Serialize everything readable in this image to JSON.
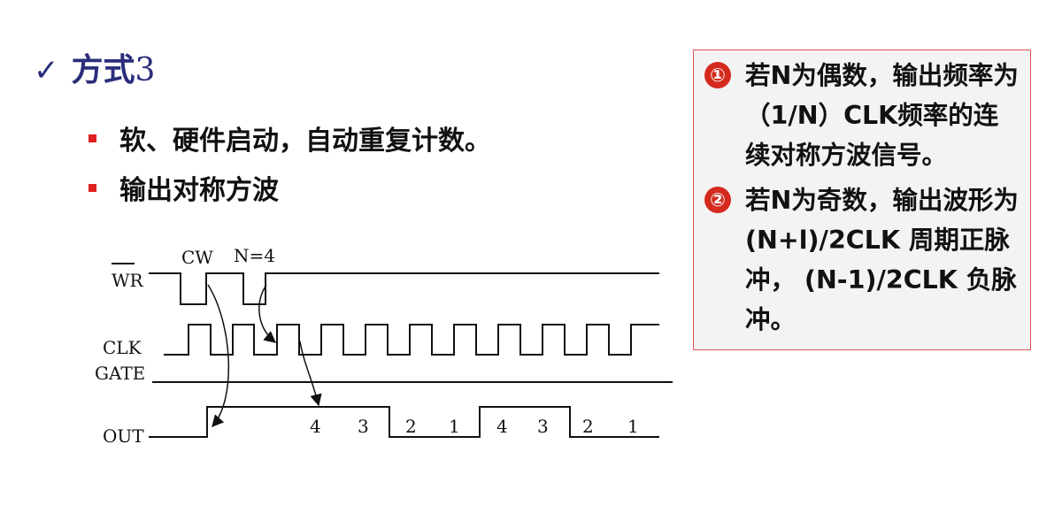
{
  "title": {
    "check": "✓",
    "text_main": "方式",
    "text_num": "3"
  },
  "bullets": [
    {
      "text": "软、硬件启动，自动重复计数。"
    },
    {
      "text": "输出对称方波"
    }
  ],
  "notes": [
    {
      "num": "①",
      "text": "若N为偶数，输出频率为（1/N）CLK频率的连续对称方波信号。"
    },
    {
      "num": "②",
      "text": "若N为奇数，输出波形为 (N+l)/2CLK 周期正脉冲， (N-1)/2CLK 负脉冲。"
    }
  ],
  "diagram": {
    "signals": {
      "wr": "WR",
      "clk": "CLK",
      "gate": "GATE",
      "out": "OUT"
    },
    "annotations": {
      "cw": "CW",
      "n": "N=4"
    },
    "out_counts": [
      "4",
      "3",
      "2",
      "1",
      "4",
      "3",
      "2",
      "1"
    ]
  },
  "colors": {
    "title": "#2a2e7a",
    "bullet": "#e02020",
    "badge": "#d42a1e",
    "note_border": "#e05050",
    "note_bg": "#f3f3f3"
  }
}
